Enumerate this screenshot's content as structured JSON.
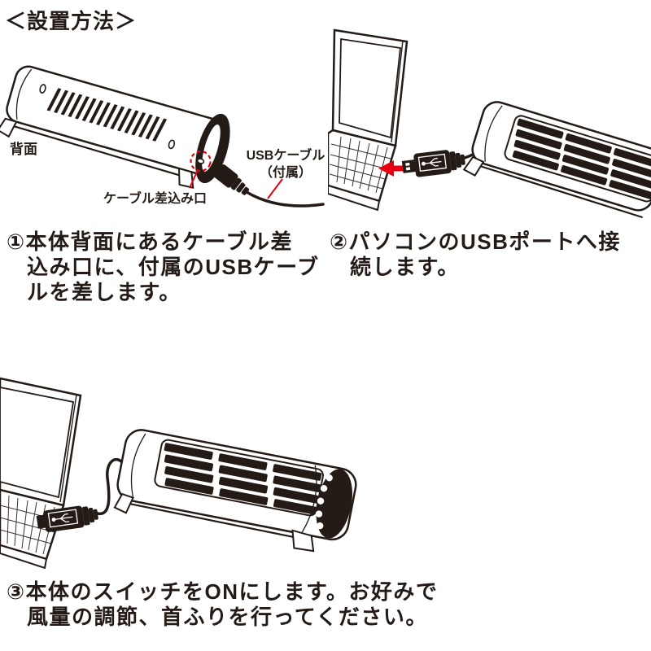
{
  "title": "＜設置方法＞",
  "colors": {
    "ink": "#241b17",
    "red": "#e60012",
    "background": "#ffffff"
  },
  "steps": [
    {
      "lines": [
        "①本体背面にあるケーブル差",
        "込み口に、付属のUSBケーブ",
        "ルを差します。"
      ]
    },
    {
      "lines": [
        "②パソコンのUSBポートへ接",
        "続します。"
      ]
    },
    {
      "lines": [
        "③本体のスイッチをONにします。お好みで",
        "風量の調節、首ふりを行ってください。"
      ]
    }
  ],
  "diagram1": {
    "icon": "fan-rear-view-illustration",
    "label_back": "背面",
    "label_port": "ケーブル差込み口",
    "label_cable_1": "USBケーブル",
    "label_cable_2": "（付属）"
  },
  "diagram2": {
    "icon": "usb-plug-into-laptop-illustration"
  },
  "diagram3": {
    "icon": "fan-connected-to-laptop-illustration"
  }
}
